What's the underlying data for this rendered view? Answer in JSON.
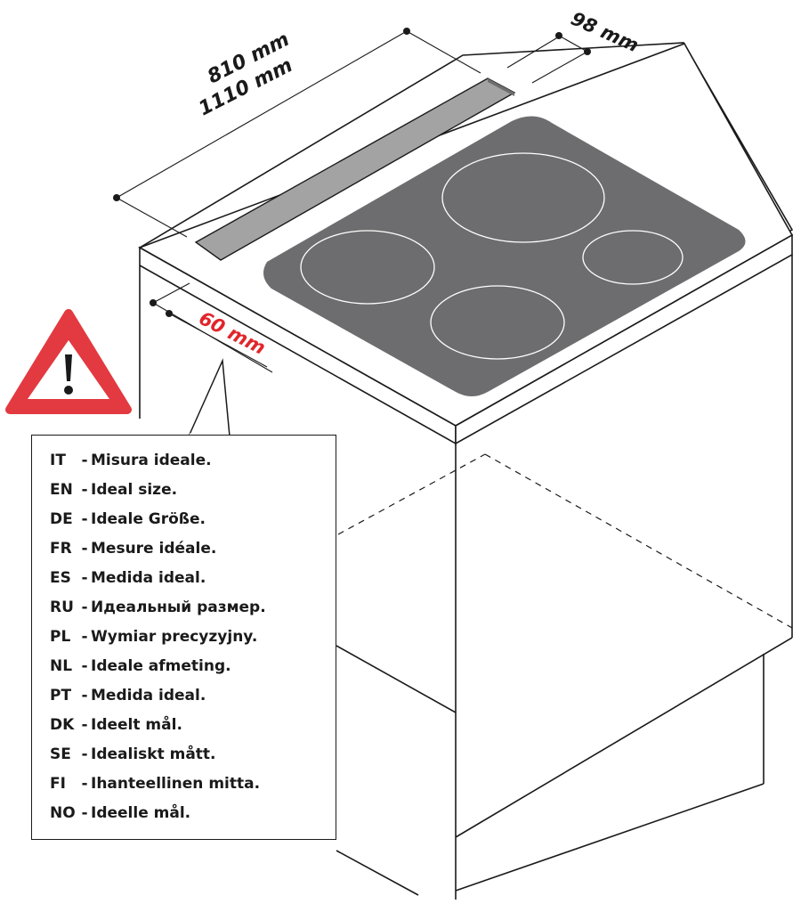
{
  "dimensions": {
    "width_1": "810 mm",
    "width_2": "1110 mm",
    "depth": "98 mm",
    "gap": "60 mm"
  },
  "warning_icon": "warning-triangle-icon",
  "colors": {
    "cooktop": "#6d6d6f",
    "slot": "#a3a3a3",
    "warning_red": "#e23a40",
    "gap_label": "#e0262b",
    "line": "#1a1a1a"
  },
  "legend": [
    {
      "code": "IT",
      "text": "Misura ideale."
    },
    {
      "code": "EN",
      "text": "Ideal size."
    },
    {
      "code": "DE",
      "text": "Ideale Größe."
    },
    {
      "code": "FR",
      "text": "Mesure idéale."
    },
    {
      "code": "ES",
      "text": "Medida ideal."
    },
    {
      "code": "RU",
      "text": "Идеальный размер."
    },
    {
      "code": "PL",
      "text": "Wymiar precyzyjny."
    },
    {
      "code": "NL",
      "text": "Ideale afmeting."
    },
    {
      "code": "PT",
      "text": "Medida ideal."
    },
    {
      "code": "DK",
      "text": "Ideelt mål."
    },
    {
      "code": "SE",
      "text": "Idealiskt mått."
    },
    {
      "code": "FI",
      "text": "Ihanteellinen mitta."
    },
    {
      "code": "NO",
      "text": "Ideelle mål."
    }
  ]
}
